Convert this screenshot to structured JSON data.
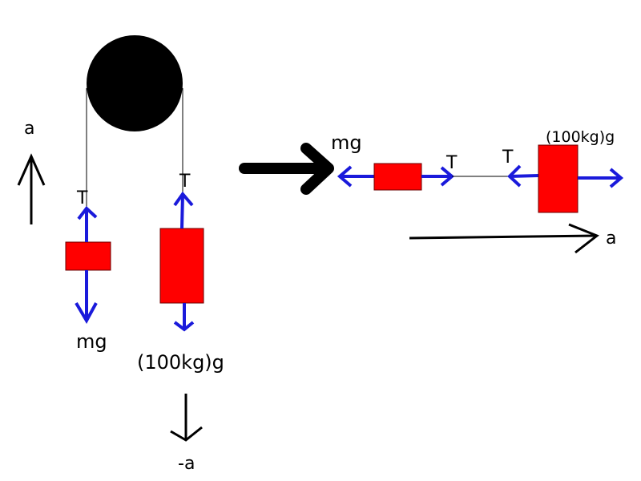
{
  "left_diagram": {
    "accel_up_label": "a",
    "accel_down_label": "-a",
    "small_mass_tension": "T",
    "small_mass_weight": "mg",
    "large_mass_tension": "T",
    "large_mass_weight": "(100kg)g"
  },
  "right_diagram": {
    "small_mass_weight": "mg",
    "small_mass_tension": "T",
    "large_mass_tension": "T",
    "large_mass_weight": "(100kg)g",
    "accel_label": "a"
  },
  "colors": {
    "mass_fill": "#ff0000",
    "force_arrow": "#1a1adb",
    "pulley": "#000000"
  }
}
